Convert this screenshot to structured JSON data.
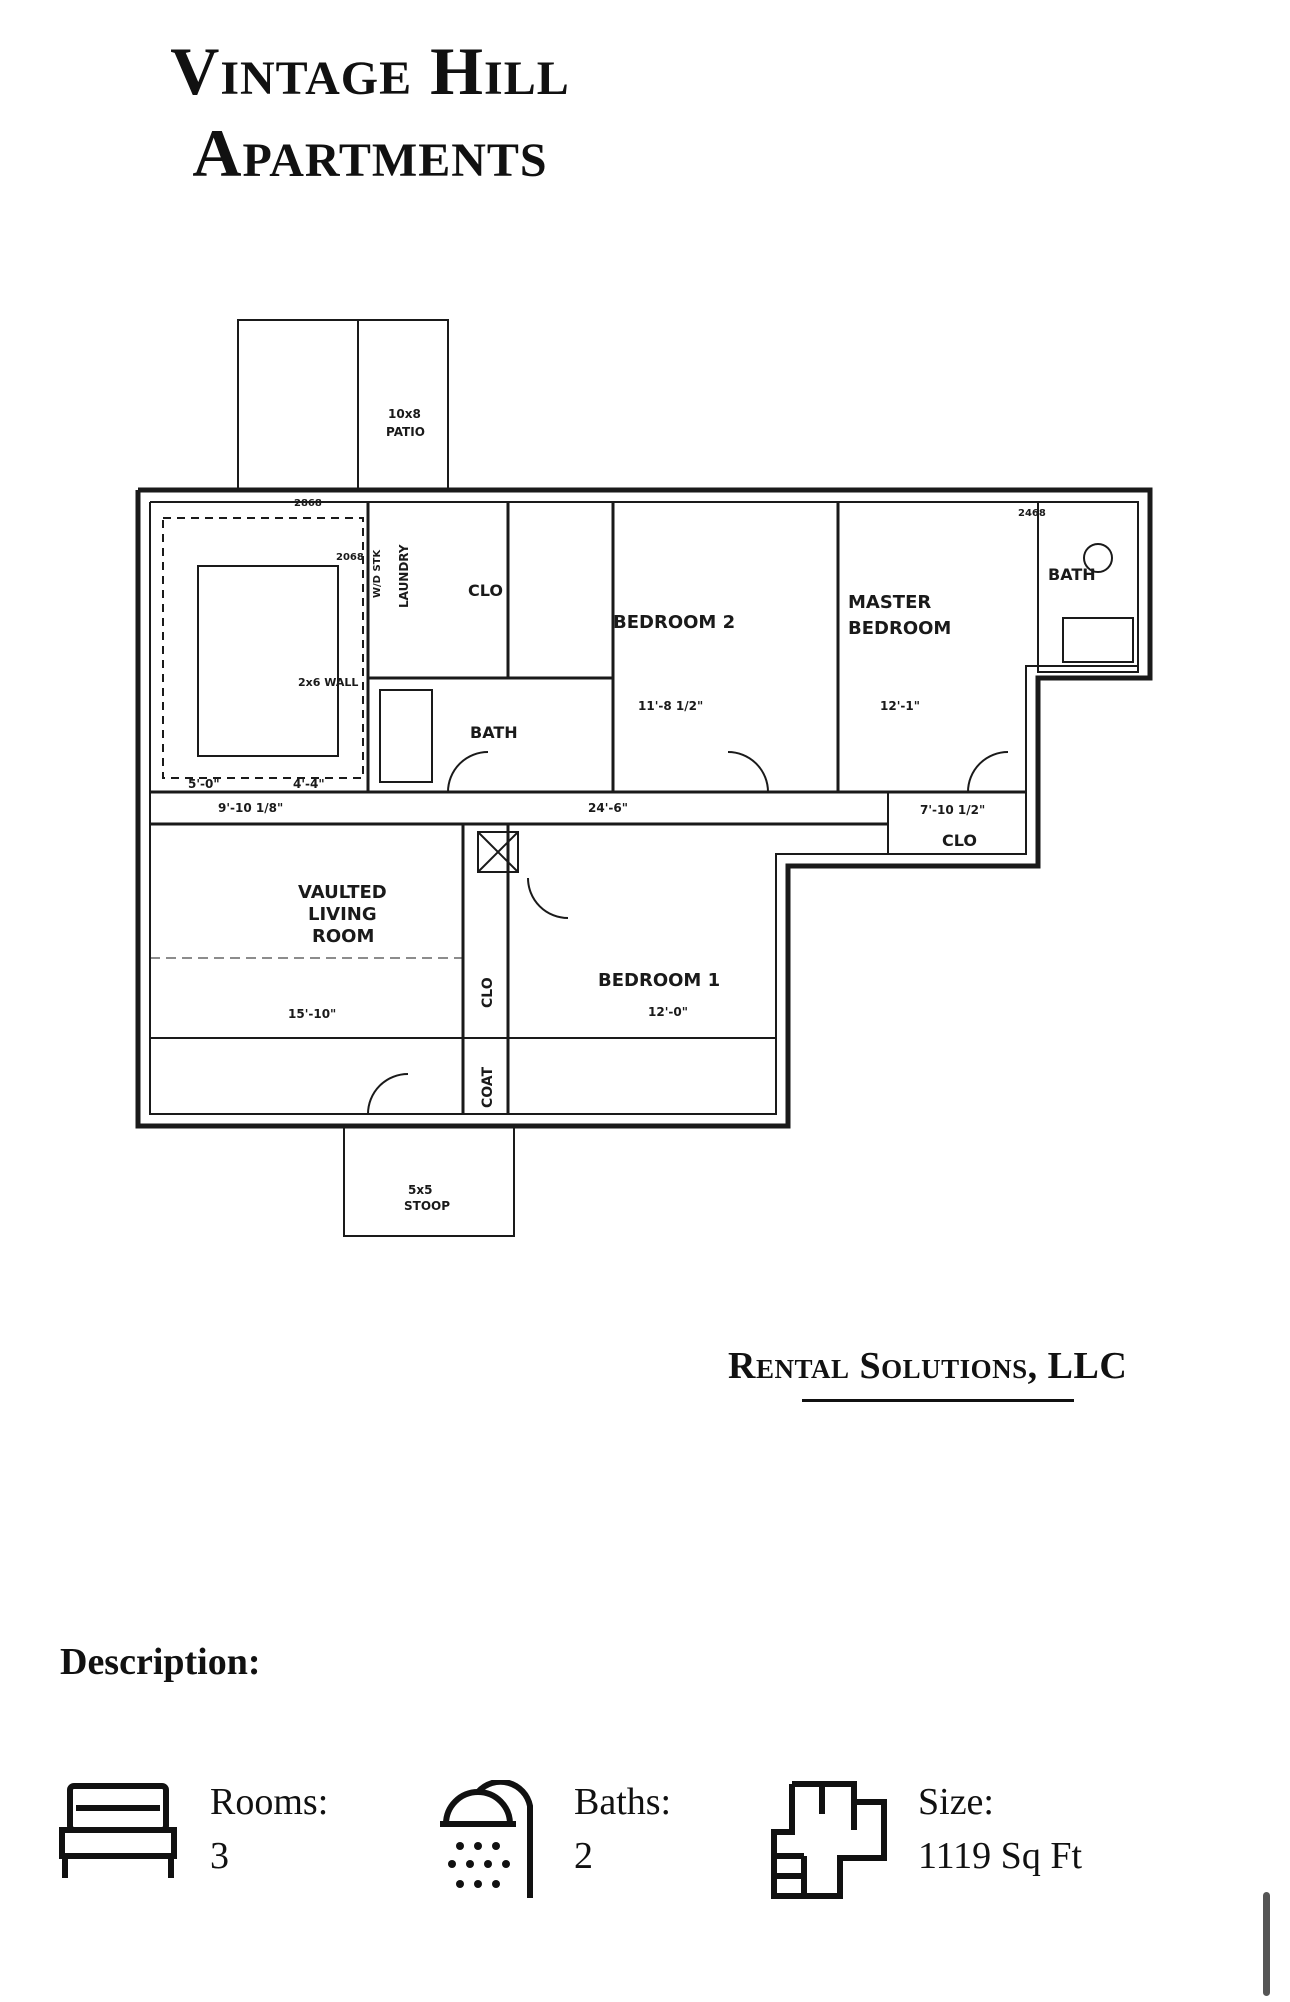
{
  "header": {
    "title_line1": "Vintage Hill",
    "title_line2": "Apartments"
  },
  "floorplan": {
    "labels": {
      "patio": "PATIO",
      "patio_dim": "10x8",
      "laundry": "LAUNDRY",
      "wd_stk": "W/D STK",
      "clo_top": "CLO",
      "bedroom2": "BEDROOM 2",
      "master": "MASTER",
      "master_bedroom": "BEDROOM",
      "bath_master": "BATH",
      "bath_hall": "BATH",
      "vaulted1": "VAULTED",
      "vaulted2": "LIVING",
      "vaulted3": "ROOM",
      "bedroom1": "BEDROOM 1",
      "clo_bed1": "CLO",
      "coat": "COAT",
      "clo_master": "CLO",
      "stoop": "STOOP",
      "stoop_dim": "5x5",
      "wall": "2x6 WALL",
      "dim_bed2_w": "11'-8 1/2\"",
      "dim_master_w": "12'-1\"",
      "dim_bed1_w": "12'-0\"",
      "dim_living_w": "15'-10\"",
      "dim_hall": "24'-6\"",
      "dim_kitchen": "9'-10 1/8\"",
      "dim_4": "4'-4\"",
      "dim_5": "5'-0\"",
      "dim_clo": "7'-10 1/2\"",
      "door_2868": "2868",
      "door_2468": "2468",
      "door_2068": "2068"
    }
  },
  "company": {
    "name": "Rental Solutions, LLC"
  },
  "description": {
    "heading": "Description:"
  },
  "specs": {
    "rooms_label": "Rooms:",
    "rooms_value": "3",
    "baths_label": "Baths:",
    "baths_value": "2",
    "size_label": "Size:",
    "size_value": "1119 Sq Ft"
  },
  "icons": {
    "rooms": "bed-icon",
    "baths": "shower-icon",
    "size": "floorplan-icon"
  }
}
